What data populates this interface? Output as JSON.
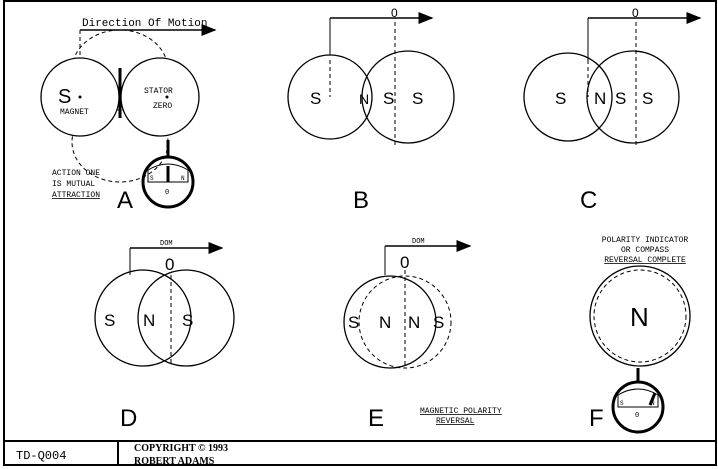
{
  "panel_a": {
    "title": "Direction Of Motion",
    "pole": "S",
    "magnet": "MAGNET",
    "stator": "STATOR",
    "zero": "ZERO",
    "caption": [
      "ACTION ONE",
      "IS MUTUAL",
      "ATTRACTION"
    ],
    "letter": "A",
    "meter": {
      "left": "S",
      "right": "N",
      "zero": "0"
    }
  },
  "panel_b": {
    "zero": "0",
    "poles": [
      "S",
      "N",
      "S",
      "S"
    ],
    "letter": "B"
  },
  "panel_c": {
    "zero": "0",
    "poles": [
      "S",
      "N",
      "S",
      "S"
    ],
    "letter": "C"
  },
  "panel_d": {
    "dom": "DOM",
    "zero": "0",
    "poles": [
      "S",
      "N",
      "S"
    ],
    "letter": "D"
  },
  "panel_e": {
    "dom": "DOM",
    "zero": "0",
    "poles": [
      "S",
      "N",
      "N",
      "S"
    ],
    "letter": "E"
  },
  "panel_f": {
    "caption": [
      "POLARITY INDICATOR",
      "OR COMPASS",
      "REVERSAL COMPLETE"
    ],
    "pole": "N",
    "letter": "F",
    "meter": {
      "left": "S",
      "right": "N",
      "zero": "0"
    }
  },
  "mid_caption": [
    "MAGNETIC POLARITY",
    "REVERSAL"
  ],
  "footer": {
    "doc_id": "TD-Q004",
    "copyright": "COPYRIGHT © 1993",
    "author": "ROBERT ADAMS"
  }
}
